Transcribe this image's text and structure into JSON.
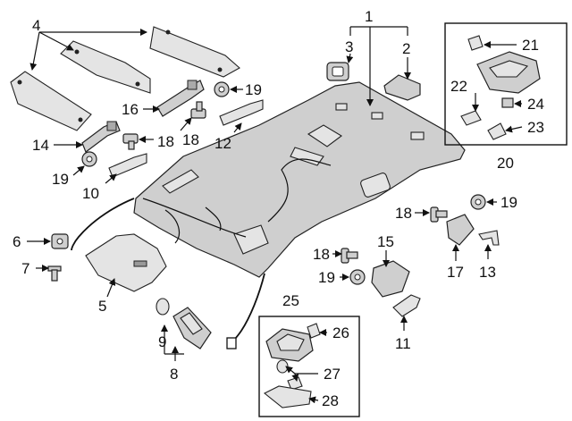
{
  "callouts": {
    "c1": "1",
    "c2": "2",
    "c3": "3",
    "c4": "4",
    "c5": "5",
    "c6": "6",
    "c7": "7",
    "c8": "8",
    "c9": "9",
    "c10": "10",
    "c11": "11",
    "c12": "12",
    "c13": "13",
    "c14": "14",
    "c15": "15",
    "c16": "16",
    "c17": "17",
    "c18a": "18",
    "c18b": "18",
    "c18c": "18",
    "c19a": "19",
    "c19b": "19",
    "c19c": "19",
    "c19d": "19",
    "c20": "20",
    "c21": "21",
    "c22": "22",
    "c23": "23",
    "c24": "24",
    "c25": "25",
    "c26": "26",
    "c27": "27",
    "c28": "28"
  }
}
